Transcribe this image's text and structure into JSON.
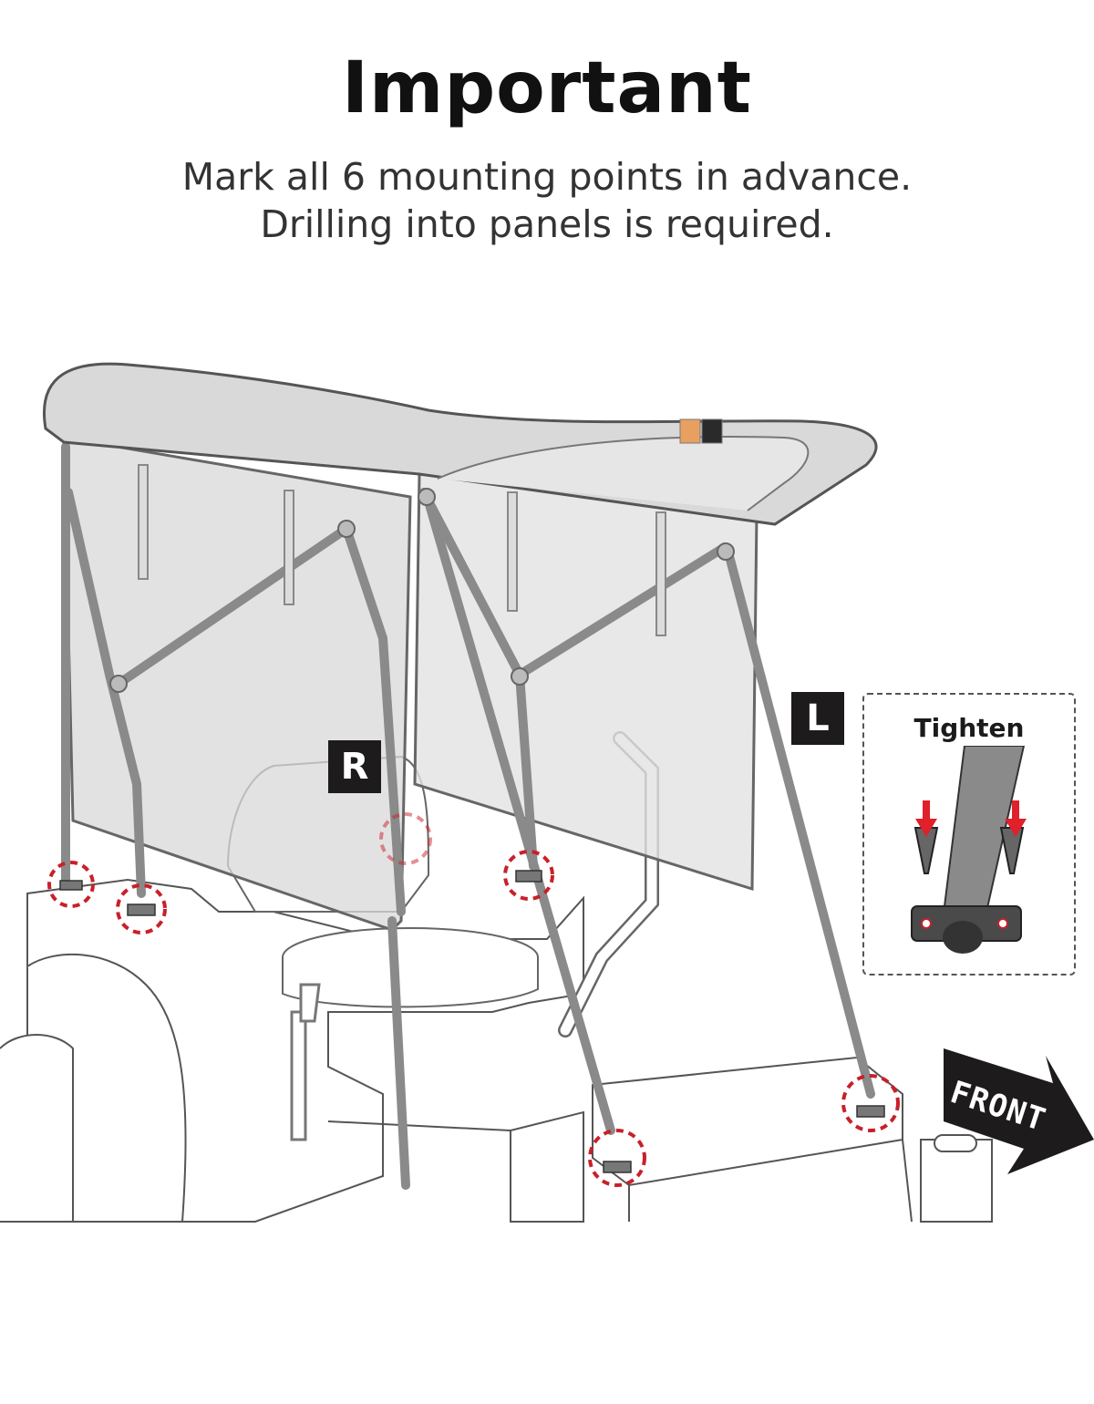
{
  "header": {
    "title": "Important",
    "line1": "Mark all 6 mounting points in advance.",
    "line2": "Drilling into panels is required."
  },
  "labels": {
    "right_side": "R",
    "left_side": "L",
    "direction": "FRONT"
  },
  "inset": {
    "title": "Tighten",
    "screw_icon": "screw-icon",
    "arrow_icon": "arrow-down-icon"
  },
  "mounting_points": {
    "count": 6,
    "marker_color": "#c8202a"
  },
  "colors": {
    "canopy": "#d9d9d9",
    "strut": "#8a8a8a",
    "badge": "#1d1b1c",
    "marker": "#c8202a"
  }
}
